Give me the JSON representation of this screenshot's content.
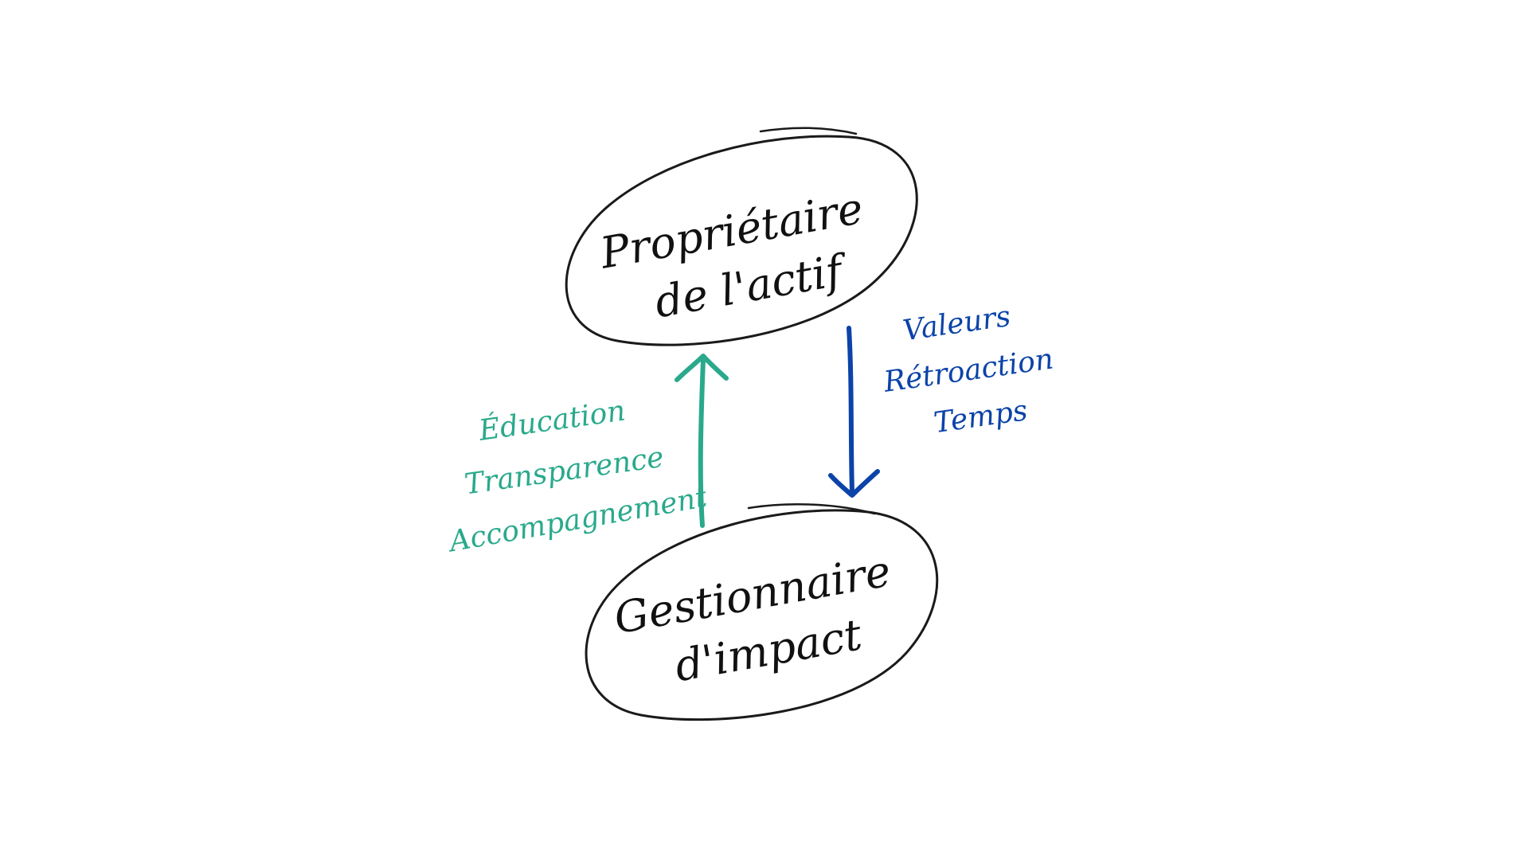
{
  "diagram": {
    "colors": {
      "background": "#ffffff",
      "outline": "#1a1a1a",
      "node_text": "#111111",
      "upward": "#2aa98c",
      "downward": "#0b43a8"
    },
    "nodes": {
      "top": {
        "line1": "Propriétaire",
        "line2": "de l'actif"
      },
      "bottom": {
        "line1": "Gestionnaire",
        "line2": "d'impact"
      }
    },
    "upward_flow": {
      "labels": [
        "Éducation",
        "Transparence",
        "Accompagnement"
      ]
    },
    "downward_flow": {
      "labels": [
        "Valeurs",
        "Rétroaction",
        "Temps"
      ]
    }
  }
}
